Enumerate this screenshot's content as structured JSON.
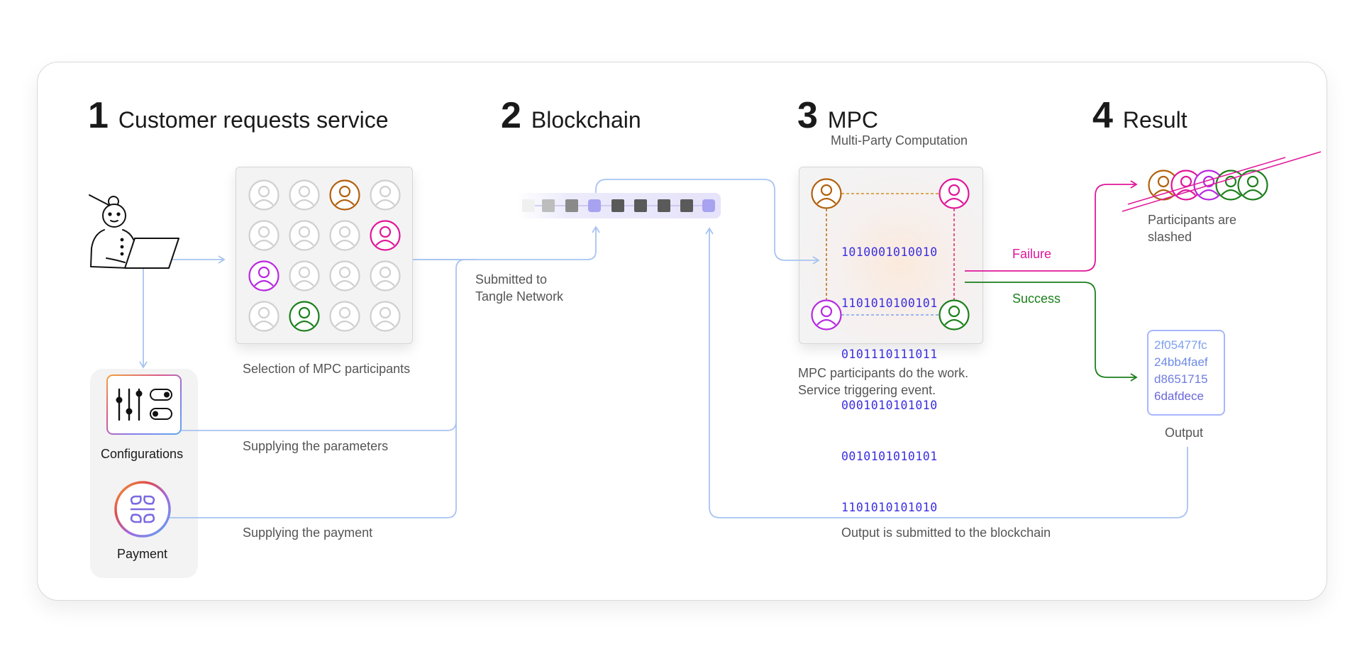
{
  "steps": [
    {
      "num": "1",
      "title": "Customer requests service"
    },
    {
      "num": "2",
      "title": "Blockchain"
    },
    {
      "num": "3",
      "title": "MPC",
      "subtitle": "Multi-Party Computation"
    },
    {
      "num": "4",
      "title": "Result"
    }
  ],
  "captions": {
    "selection": "Selection of MPC participants",
    "submitted_line1": "Submitted to",
    "submitted_line2": "Tangle Network",
    "mpc_work_line1": "MPC participants do the work.",
    "mpc_work_line2": "Service triggering event.",
    "slashed_line1": "Participants are",
    "slashed_line2": "slashed",
    "output": "Output",
    "params": "Supplying the parameters",
    "payment_flow": "Supplying the payment",
    "output_submitted": "Output is submitted to the blockchain",
    "failure": "Failure",
    "success": "Success"
  },
  "sidebar": {
    "configurations": "Configurations",
    "payment": "Payment"
  },
  "binary_lines": [
    "1010001010010",
    "1101010100101",
    "0101110111011",
    "0001010101010",
    "0010101010101",
    "1101010101010"
  ],
  "output_hash": [
    "2f05477fc",
    "24bb4faef",
    "d8651715",
    "6dafdece"
  ],
  "colors": {
    "flow": "#a8c4f0",
    "failure": "#e0179a",
    "success": "#1c7f1c",
    "orange": "#b2600d",
    "pink": "#e0179a",
    "purple": "#b828e0",
    "green": "#1c7f1c",
    "grey": "#cfcfcf"
  },
  "participant_grid": [
    [
      "grey",
      "grey",
      "orange",
      "grey"
    ],
    [
      "grey",
      "grey",
      "grey",
      "pink"
    ],
    [
      "purple",
      "grey",
      "grey",
      "grey"
    ],
    [
      "grey",
      "green",
      "grey",
      "grey"
    ]
  ],
  "icons": [
    "customer-laptop-icon",
    "sliders-icon",
    "toggle-icon",
    "payment-logo-icon",
    "user-icon",
    "arrow-icon"
  ]
}
